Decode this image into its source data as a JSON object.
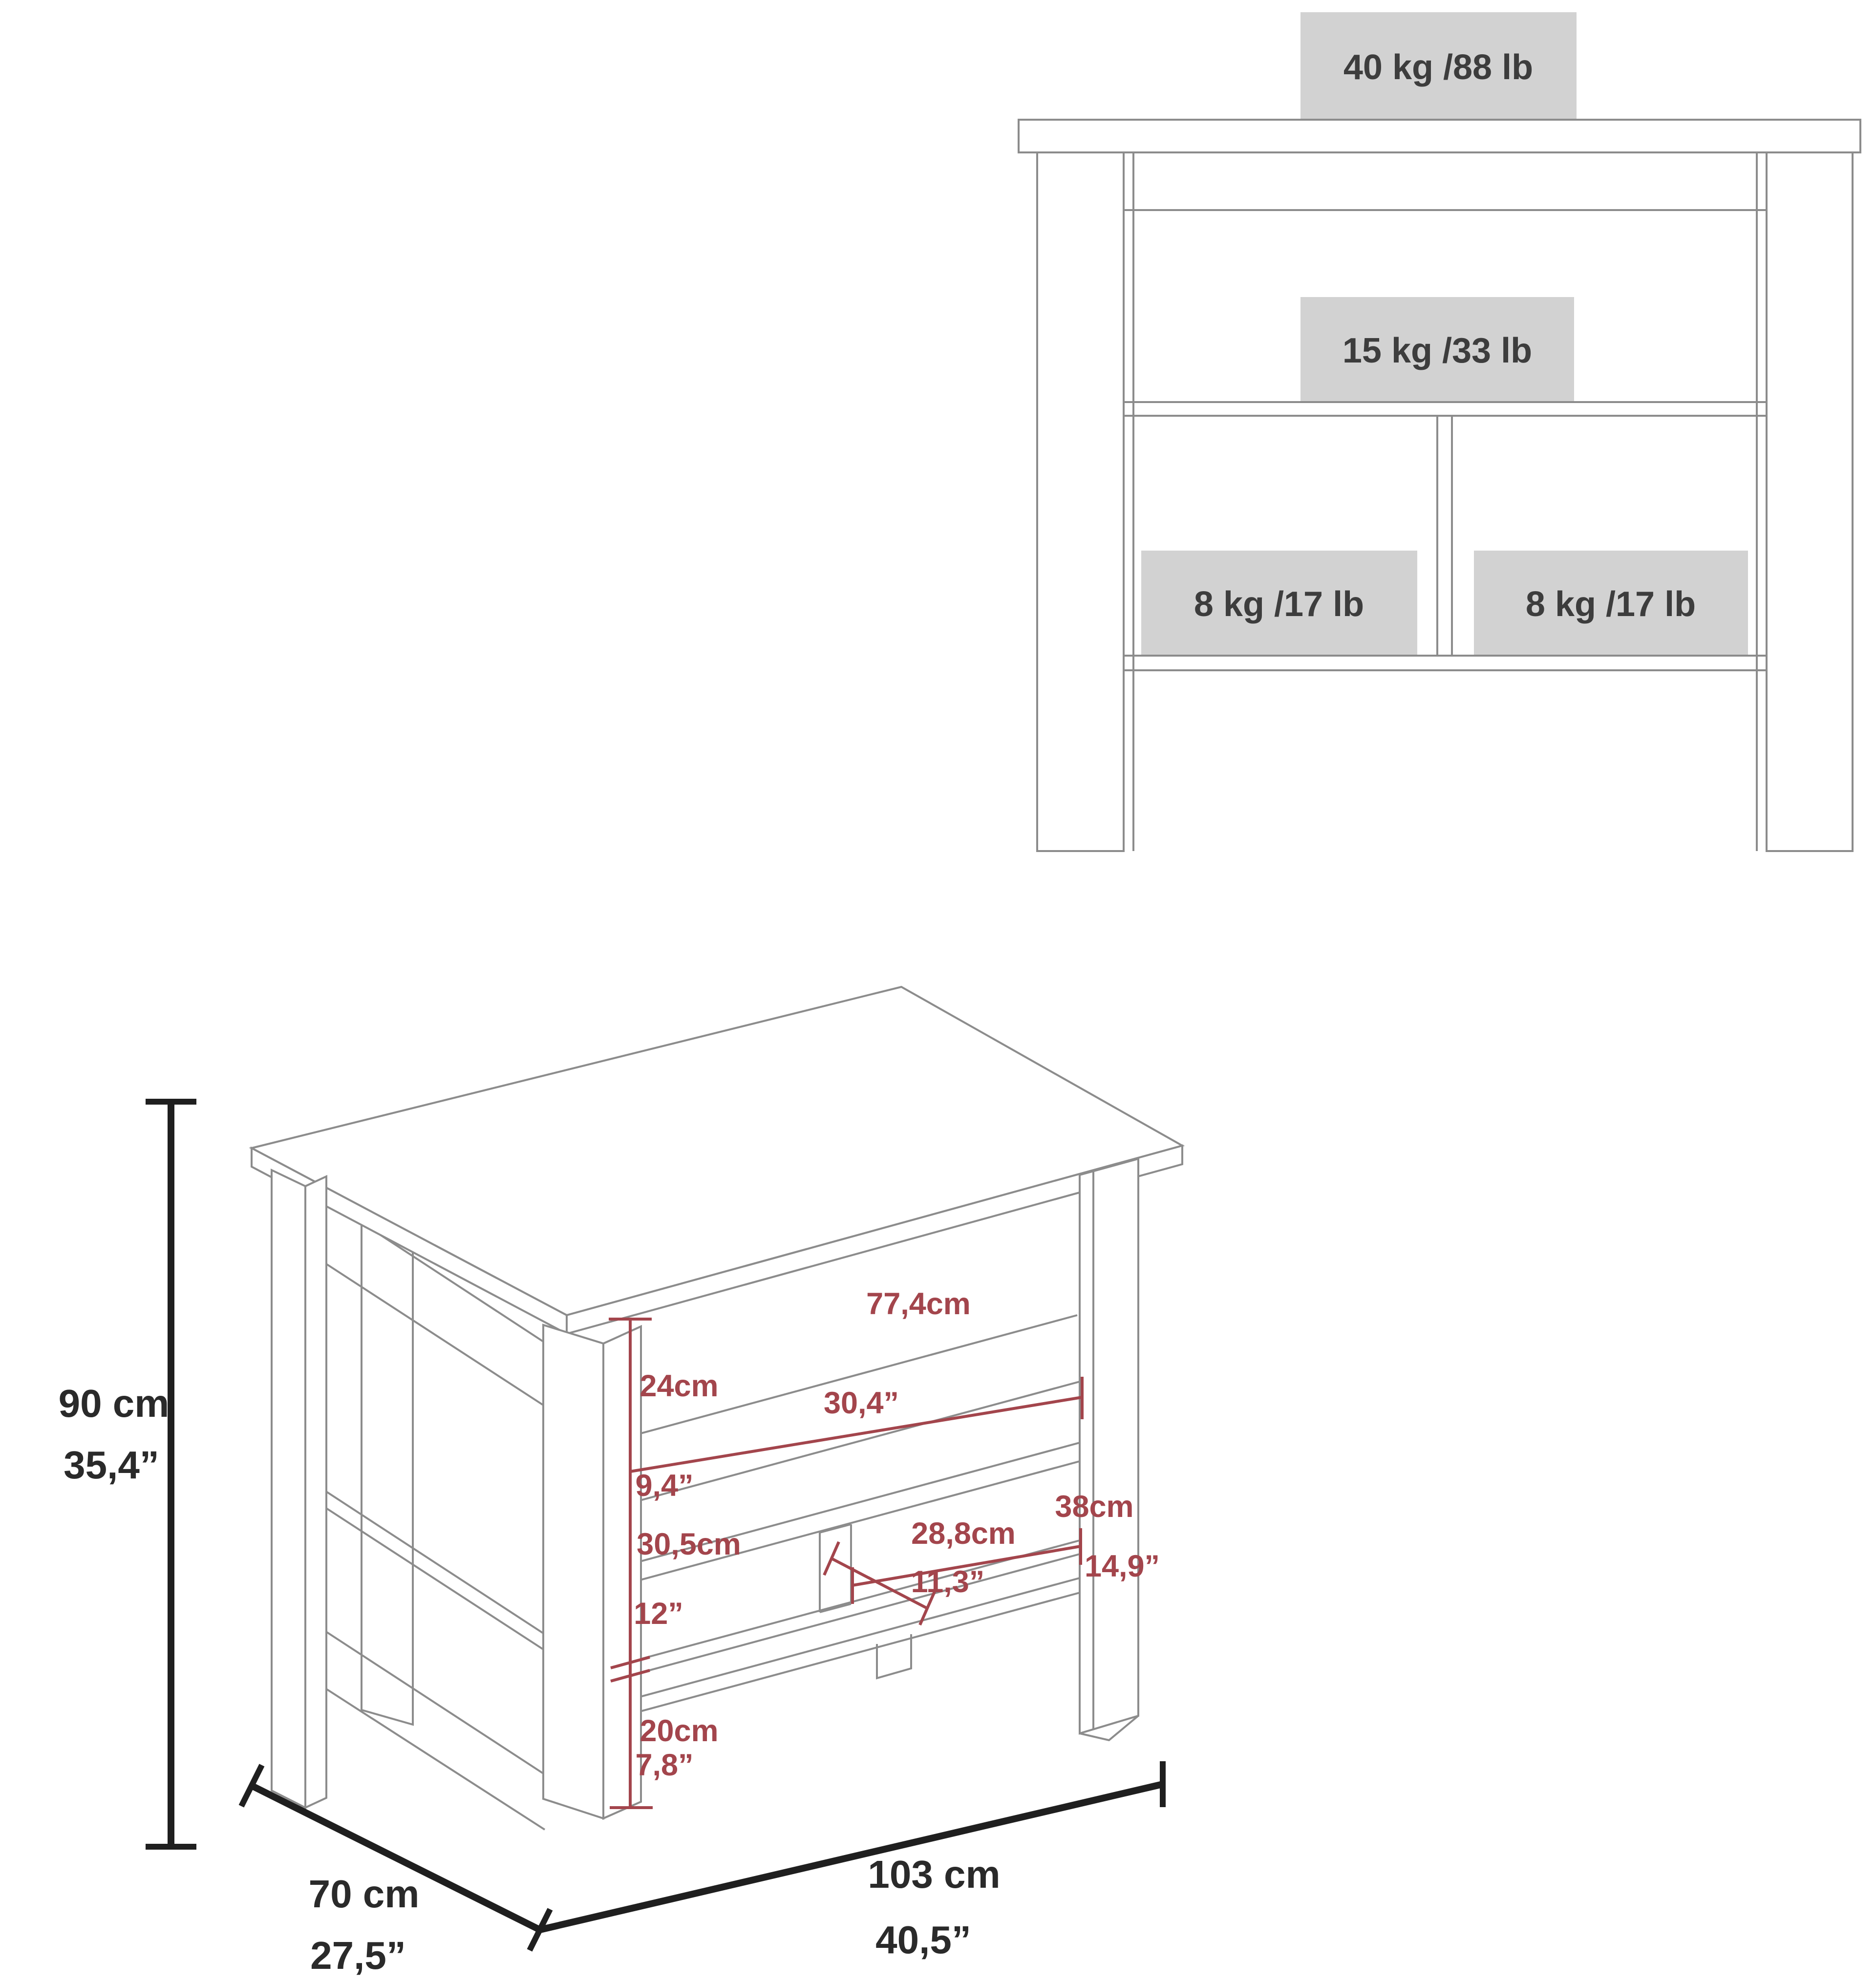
{
  "diagram": {
    "type": "furniture-dimension-spec",
    "front_view": {
      "weight_labels": {
        "top": "40 kg /88 lb",
        "middle": "15 kg /33 lb",
        "bottom_left": "8 kg /17 lb",
        "bottom_right": "8 kg /17 lb"
      }
    },
    "iso_view": {
      "dims_black": [
        {
          "id": "height",
          "cm": "90 cm",
          "in": "35,4”"
        },
        {
          "id": "depth",
          "cm": "70 cm",
          "in": "27,5”"
        },
        {
          "id": "width",
          "cm": "103 cm",
          "in": "40,5”"
        }
      ],
      "dims_red": [
        {
          "id": "shelf-width",
          "cm": "77,4cm",
          "in": "30,4”"
        },
        {
          "id": "top-opening-height",
          "cm": "24cm",
          "in": "9,4”"
        },
        {
          "id": "right-compartment-width",
          "cm": "38cm",
          "in": "14,9”"
        },
        {
          "id": "mid-compartment-height",
          "cm": "30,5cm",
          "in": "12”"
        },
        {
          "id": "bottom-shelf-depth",
          "cm": "28,8cm",
          "in": "11,3”"
        },
        {
          "id": "leg-height",
          "cm": "20cm",
          "in": "7,8”"
        }
      ]
    },
    "colors": {
      "dimension_red": "#A3454C",
      "line_gray": "#8c8c8c",
      "box_gray": "#d2d2d2",
      "dimension_black": "#1f1f1f"
    }
  }
}
